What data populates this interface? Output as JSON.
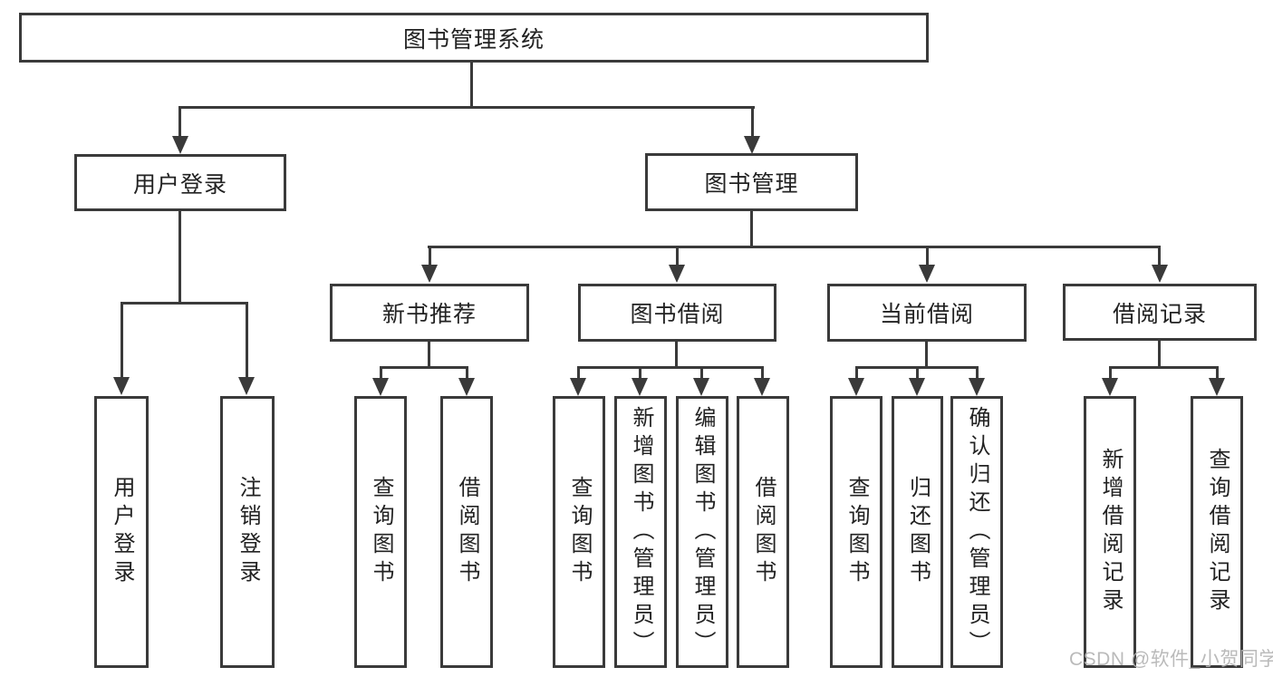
{
  "tree": {
    "label": "图书管理系统",
    "children": [
      {
        "label": "用户登录",
        "children": [
          {
            "label": "用户登录"
          },
          {
            "label": "注销登录"
          }
        ]
      },
      {
        "label": "图书管理",
        "children": [
          {
            "label": "新书推荐",
            "children": [
              {
                "label": "查询图书"
              },
              {
                "label": "借阅图书"
              }
            ]
          },
          {
            "label": "图书借阅",
            "children": [
              {
                "label": "查询图书"
              },
              {
                "label": "新增图书（管理员）"
              },
              {
                "label": "编辑图书（管理员）"
              },
              {
                "label": "借阅图书"
              }
            ]
          },
          {
            "label": "当前借阅",
            "children": [
              {
                "label": "查询图书"
              },
              {
                "label": "归还图书"
              },
              {
                "label": "确认归还（管理员）"
              }
            ]
          },
          {
            "label": "借阅记录",
            "children": [
              {
                "label": "新增借阅记录"
              },
              {
                "label": "查询借阅记录"
              }
            ]
          }
        ]
      }
    ]
  },
  "watermark": {
    "text": "CSDN @软件_小贺同学"
  },
  "colors": {
    "line": "#3a3a3a",
    "text": "#222222",
    "background": "#ffffff",
    "watermark": "#b5b5b5"
  }
}
